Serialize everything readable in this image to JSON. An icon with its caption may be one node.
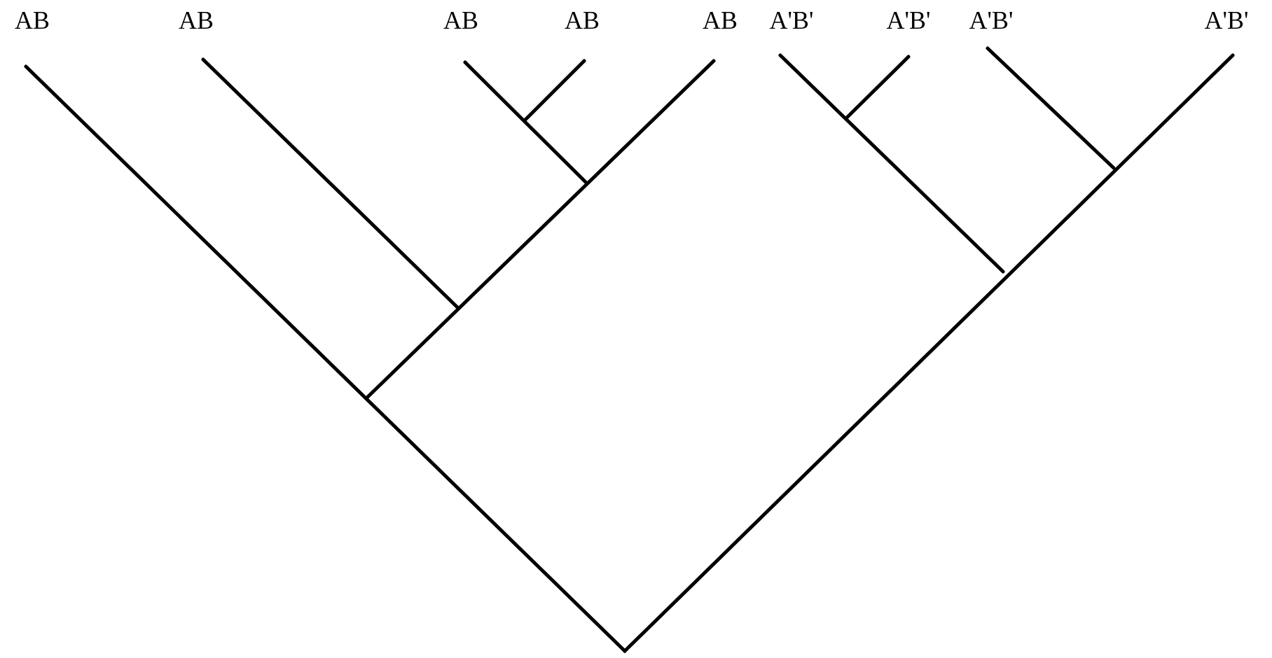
{
  "diagram": {
    "labels": [
      "AB",
      "AB",
      "AB",
      "AB",
      "AB",
      "A'B'",
      "A'B'",
      "A'B'",
      "A'B'"
    ]
  }
}
